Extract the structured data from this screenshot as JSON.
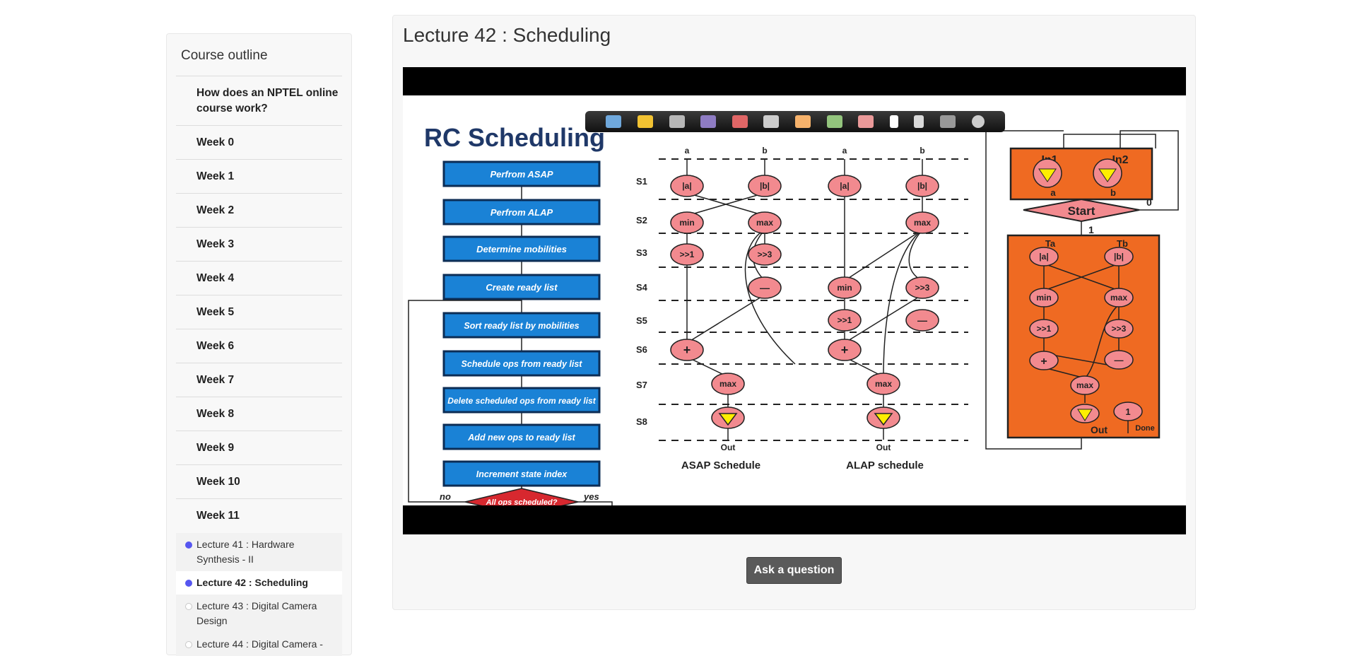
{
  "sidebar": {
    "title": "Course outline",
    "weeks": [
      {
        "label": "How does an NPTEL online course work?"
      },
      {
        "label": "Week 0"
      },
      {
        "label": "Week 1"
      },
      {
        "label": "Week 2"
      },
      {
        "label": "Week 3"
      },
      {
        "label": "Week 4"
      },
      {
        "label": "Week 5"
      },
      {
        "label": "Week 6"
      },
      {
        "label": "Week 7"
      },
      {
        "label": "Week 8"
      },
      {
        "label": "Week 9"
      },
      {
        "label": "Week 10"
      },
      {
        "label": "Week 11"
      }
    ],
    "lectures": [
      {
        "label": "Lecture 41 : Hardware Synthesis - II",
        "status": "viewed"
      },
      {
        "label": "Lecture 42 : Scheduling",
        "status": "current"
      },
      {
        "label": "Lecture 43 : Digital Camera Design",
        "status": "unviewed"
      },
      {
        "label": "Lecture 44 : Digital Camera -",
        "status": "unviewed"
      }
    ]
  },
  "main": {
    "title": "Lecture 42 : Scheduling",
    "ask_label": "Ask a question"
  },
  "slide": {
    "title": "RC Scheduling",
    "flow_steps": [
      "Perfrom ASAP",
      "Perfrom ALAP",
      "Determine mobilities",
      "Create ready list",
      "Sort ready list by mobilities",
      "Schedule ops from ready list",
      "Delete scheduled ops from ready list",
      "Add new ops to ready list",
      "Increment state index"
    ],
    "decision": "All ops scheduled?",
    "no_label": "no",
    "yes_label": "yes",
    "states": [
      "S1",
      "S2",
      "S3",
      "S4",
      "S5",
      "S6",
      "S7",
      "S8"
    ],
    "input_a": "a",
    "input_b": "b",
    "op_abs_a": "|a|",
    "op_abs_b": "|b|",
    "op_min": "min",
    "op_max": "max",
    "op_shr1": ">>1",
    "op_shr3": ">>3",
    "op_sub": "—",
    "op_add": "+",
    "out_label": "Out",
    "asap_label": "ASAP Schedule",
    "alap_label": "ALAP schedule",
    "fsm_in1": "In1",
    "fsm_in2": "In2",
    "fsm_start": "Start",
    "fsm_zero": "0",
    "fsm_one": "1",
    "fsm_ta": "Ta",
    "fsm_tb": "Tb",
    "fsm_done": "Done",
    "fsm_const": "1"
  },
  "colors": {
    "flow_box": "#1a82d6",
    "decision": "#d7282f",
    "node": "#f28a8f",
    "fsm": "#ef6a22",
    "title": "#1f3868",
    "toolbar_icons": [
      "#6fa8dc",
      "#f1c232",
      "#b7b7b7",
      "#8e7cc3",
      "#e06666",
      "#cccccc",
      "#f6b26b",
      "#93c47d",
      "#ea9999",
      "#ffffff",
      "#d9d9d9",
      "#999999",
      "#cccccc"
    ]
  }
}
